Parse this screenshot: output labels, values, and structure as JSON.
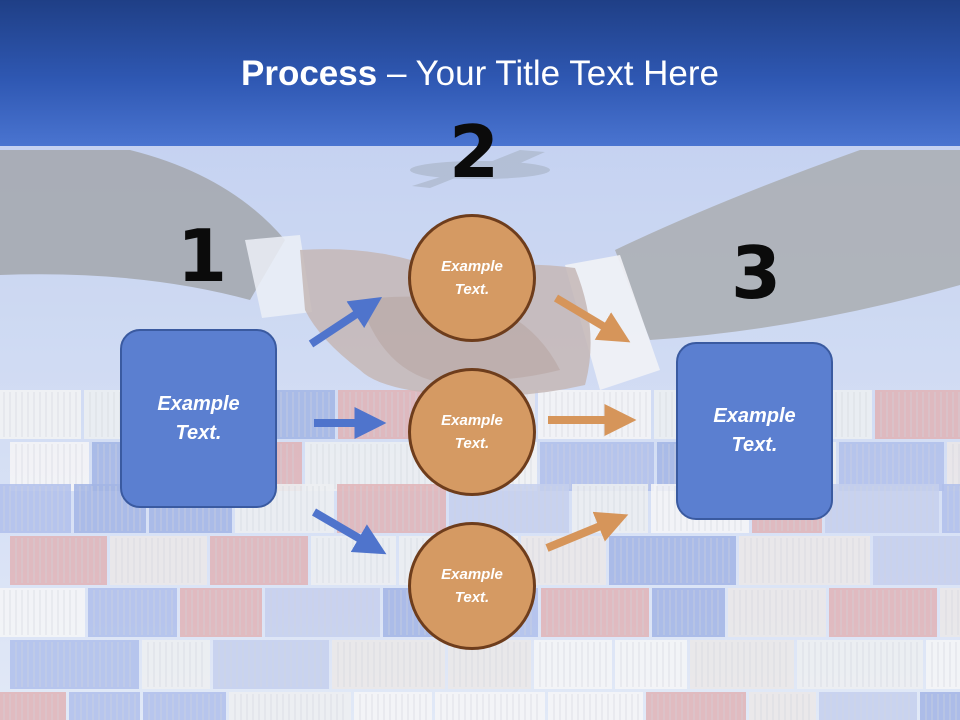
{
  "title": {
    "bold": "Process",
    "rest": " – Your Title Text Here"
  },
  "steps": {
    "one": "1",
    "two": "2",
    "three": "3"
  },
  "left_box": {
    "text": "Example\nText."
  },
  "right_box": {
    "text": "Example\nText."
  },
  "circles": [
    {
      "text": "Example\nText."
    },
    {
      "text": "Example\nText."
    },
    {
      "text": "Example\nText."
    }
  ],
  "colors": {
    "header": "#2f58b3",
    "box_fill": "#5b7fd0",
    "circle_fill": "#d59a63",
    "circle_border": "#6e3d1c",
    "arrow_blue": "#4f74cc",
    "arrow_orange": "#d6955a"
  },
  "background": {
    "image": "handshake-over-shipping-containers"
  }
}
